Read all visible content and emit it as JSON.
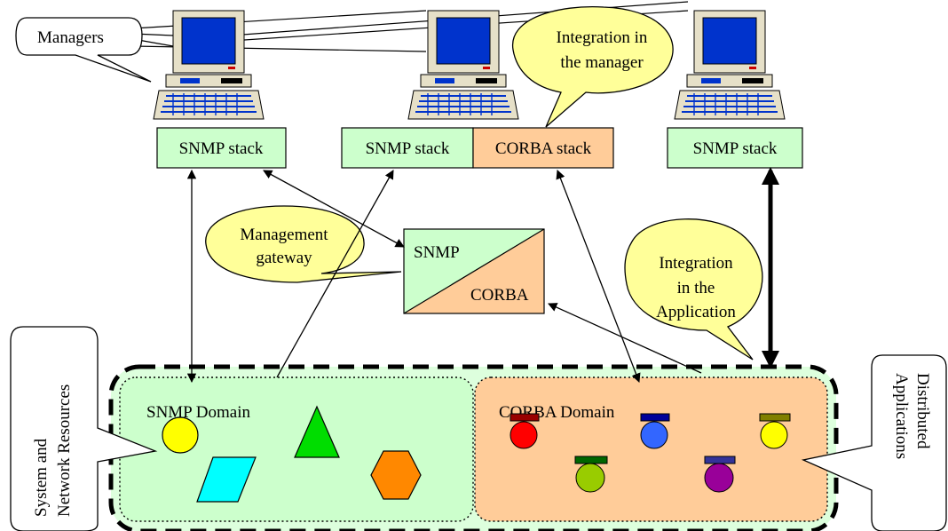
{
  "callouts": {
    "managers": "Managers",
    "integration_manager": [
      "Integration in",
      "the manager"
    ],
    "management_gateway": [
      "Management",
      "gateway"
    ],
    "integration_application": [
      "Integration",
      "in the",
      "Application"
    ],
    "system_resources": [
      "System and",
      "Network Resources"
    ],
    "distributed_apps": [
      "Distributed",
      "Applications"
    ]
  },
  "stacks": {
    "left": "SNMP stack",
    "middle_snmp": "SNMP stack",
    "middle_corba": "CORBA stack",
    "right": "SNMP stack"
  },
  "gateway": {
    "top": "SNMP",
    "bottom": "CORBA"
  },
  "domains": {
    "snmp": "SNMP Domain",
    "corba": "CORBA Domain"
  },
  "colors": {
    "snmp_green": "#ccffcc",
    "corba_orange": "#ffcc99",
    "callout_yellow": "#ffff99",
    "screen_blue": "#0033cc",
    "computer_beige": "#e6e0c8",
    "shape_yellow": "#ffff00",
    "shape_cyan": "#00ffff",
    "shape_green": "#00dd00",
    "shape_orange": "#ff8800",
    "obj_red": "#ff0000",
    "obj_blue": "#3366ff",
    "obj_yellow": "#ffff00",
    "obj_olive": "#99cc00",
    "obj_purple": "#990099"
  }
}
